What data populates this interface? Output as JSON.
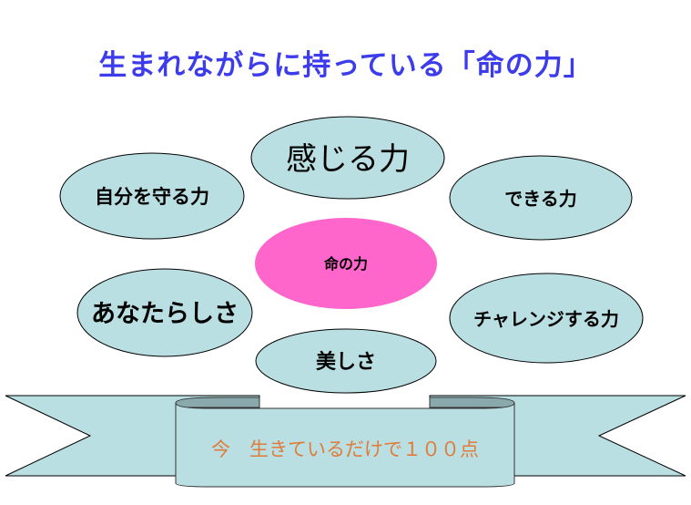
{
  "title": "生まれながらに持っている「命の力」",
  "center": "命の力",
  "nodes": {
    "feel": "感じる力",
    "protect": "自分を守る力",
    "can": "できる力",
    "yourself": "あなたらしさ",
    "challenge": "チャレンジする力",
    "beauty": "美しさ"
  },
  "banner": "今　生きているだけで１００点",
  "colors": {
    "node_fill": "#b9dfe3",
    "center_fill": "#ff66cc",
    "title": "#3c3cec",
    "banner_text": "#e07b39"
  }
}
